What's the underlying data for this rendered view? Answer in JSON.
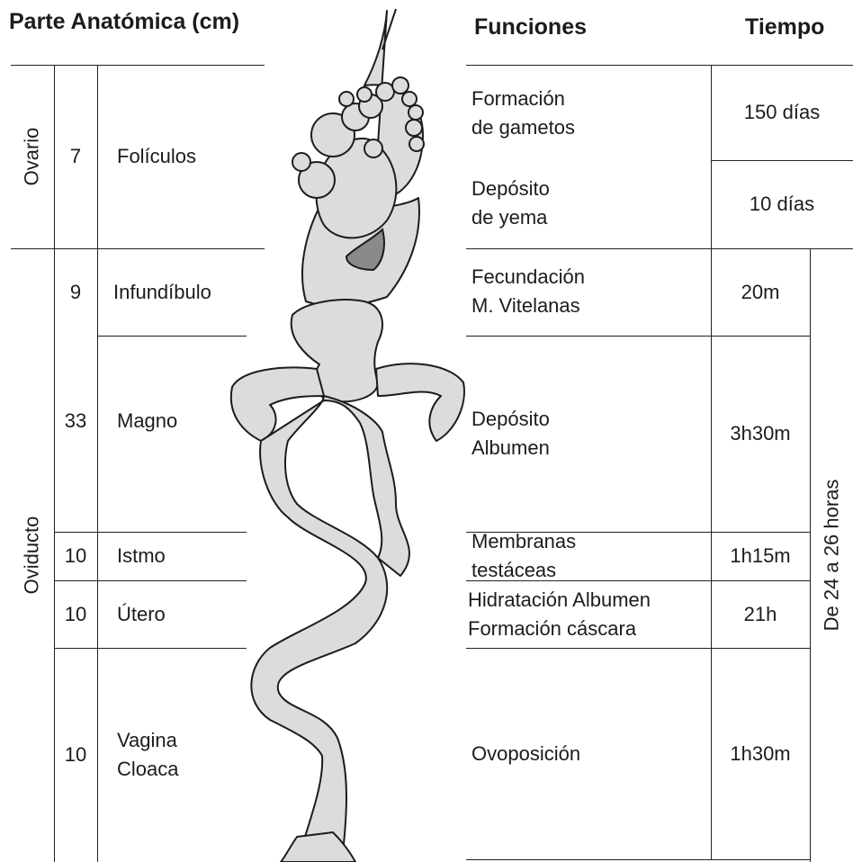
{
  "headers": {
    "anatomy": "Parte Anatómica (cm)",
    "functions": "Funciones",
    "time": "Tiempo"
  },
  "sections": {
    "ovary": "Ovario",
    "oviduct": "Oviducto"
  },
  "anatomy_rows": [
    {
      "cm": "7",
      "part": "Folículos"
    },
    {
      "cm": "9",
      "part": "Infundíbulo"
    },
    {
      "cm": "33",
      "part": "Magno"
    },
    {
      "cm": "10",
      "part": "Istmo"
    },
    {
      "cm": "10",
      "part": "Útero"
    },
    {
      "cm": "10",
      "part": "Vagina\nCloaca"
    }
  ],
  "function_rows": [
    {
      "function": "Formación\nde gametos",
      "time": "150 días"
    },
    {
      "function": "Depósito\nde yema",
      "time": "10 días"
    },
    {
      "function": "Fecundación\nM. Vitelanas",
      "time": "20m"
    },
    {
      "function": "Depósito\nAlbumen",
      "time": "3h30m"
    },
    {
      "function": "Membranas\ntestáceas",
      "time": "1h15m"
    },
    {
      "function": "Hidratación Albumen\nFormación cáscara",
      "time": "21h"
    },
    {
      "function": "Ovoposición",
      "time": "1h30m"
    }
  ],
  "total_time": "De 24 a 26 horas",
  "colors": {
    "organ_fill": "#dcdcdc",
    "organ_dark": "#8a8a8a",
    "line": "#222222"
  }
}
